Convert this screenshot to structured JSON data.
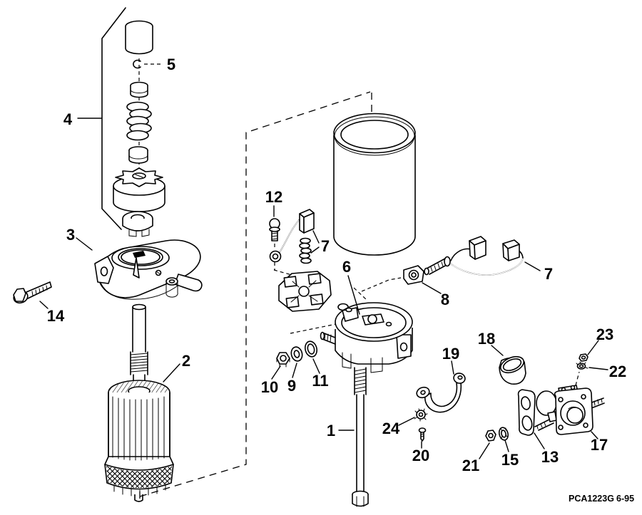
{
  "colors": {
    "line": "#000000",
    "background": "#ffffff"
  },
  "footer": {
    "code": "PCA1223G",
    "date": "6-95"
  },
  "callouts": {
    "n1": "1",
    "n2": "2",
    "n3": "3",
    "n4": "4",
    "n5": "5",
    "n6": "6",
    "n7a": "7",
    "n7b": "7",
    "n8": "8",
    "n9": "9",
    "n10": "10",
    "n11": "11",
    "n12": "12",
    "n13": "13",
    "n14": "14",
    "n15": "15",
    "n17": "17",
    "n18": "18",
    "n19": "19",
    "n20": "20",
    "n21": "21",
    "n22": "22",
    "n23": "23",
    "n24": "24"
  }
}
